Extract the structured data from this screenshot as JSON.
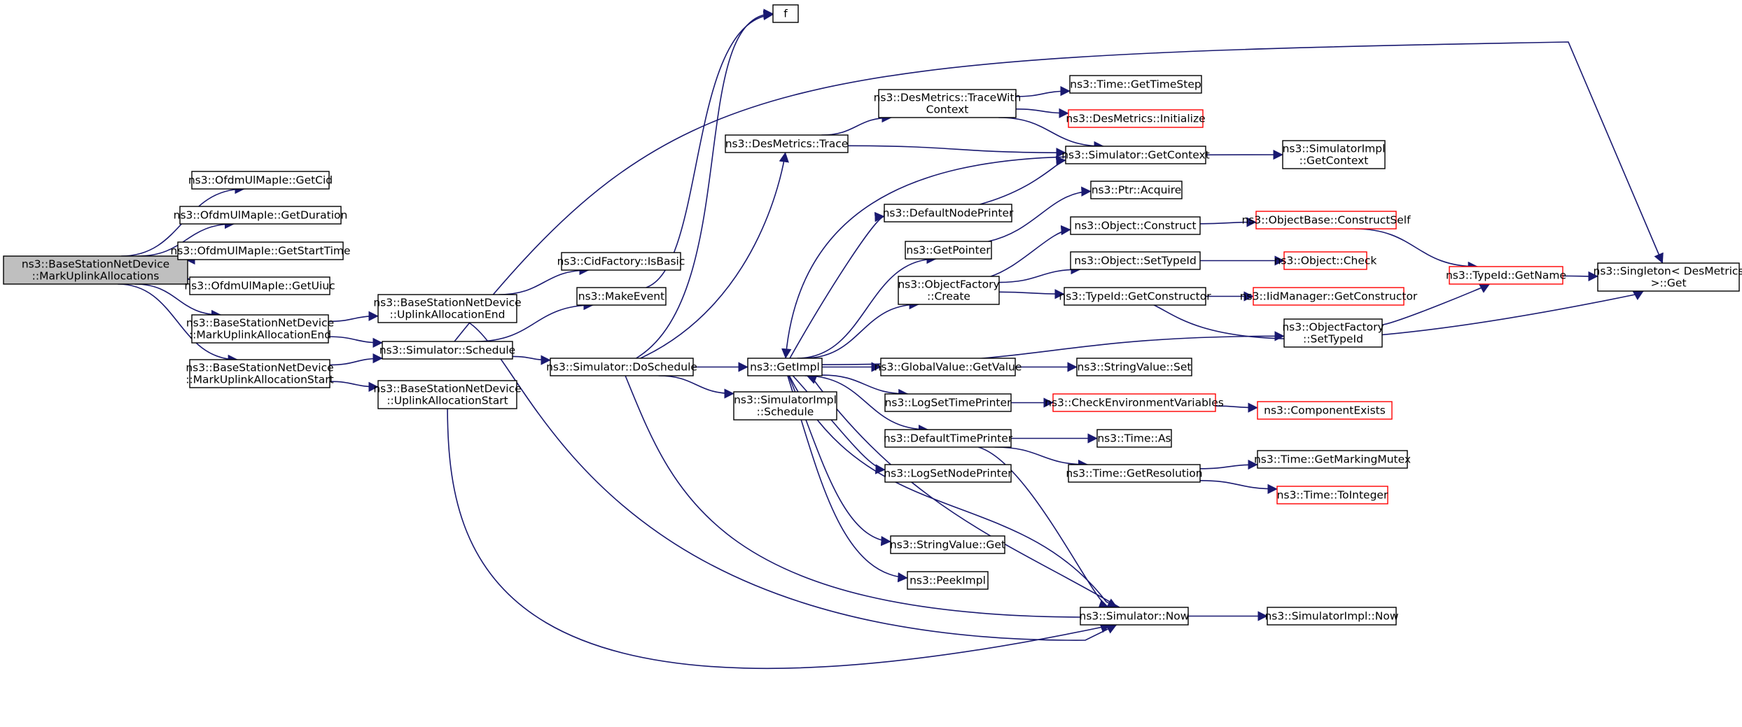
{
  "graph": {
    "nodes": [
      {
        "id": "mua",
        "lines": [
          "ns3::BaseStationNetDevice",
          "::MarkUplinkAllocations"
        ],
        "root": true
      },
      {
        "id": "cid",
        "lines": [
          "ns3::OfdmUlMapIe::GetCid"
        ]
      },
      {
        "id": "dur",
        "lines": [
          "ns3::OfdmUlMapIe::GetDuration"
        ]
      },
      {
        "id": "stt",
        "lines": [
          "ns3::OfdmUlMapIe::GetStartTime"
        ]
      },
      {
        "id": "uiuc",
        "lines": [
          "ns3::OfdmUlMapIe::GetUiuc"
        ]
      },
      {
        "id": "mend",
        "lines": [
          "ns3::BaseStationNetDevice",
          "::MarkUplinkAllocationEnd"
        ]
      },
      {
        "id": "mstart",
        "lines": [
          "ns3::BaseStationNetDevice",
          "::MarkUplinkAllocationStart"
        ]
      },
      {
        "id": "uend",
        "lines": [
          "ns3::BaseStationNetDevice",
          "::UplinkAllocationEnd"
        ]
      },
      {
        "id": "ustart",
        "lines": [
          "ns3::BaseStationNetDevice",
          "::UplinkAllocationStart"
        ]
      },
      {
        "id": "sched",
        "lines": [
          "ns3::Simulator::Schedule"
        ]
      },
      {
        "id": "isbasic",
        "lines": [
          "ns3::CidFactory::IsBasic"
        ]
      },
      {
        "id": "mkevent",
        "lines": [
          "ns3::MakeEvent"
        ]
      },
      {
        "id": "f",
        "lines": [
          "f"
        ]
      },
      {
        "id": "dosched",
        "lines": [
          "ns3::Simulator::DoSchedule"
        ]
      },
      {
        "id": "trace",
        "lines": [
          "ns3::DesMetrics::Trace"
        ]
      },
      {
        "id": "traceW",
        "lines": [
          "ns3::DesMetrics::TraceWith",
          "Context"
        ]
      },
      {
        "id": "simimplSched",
        "lines": [
          "ns3::SimulatorImpl",
          "::Schedule"
        ]
      },
      {
        "id": "getimpl",
        "lines": [
          "ns3::GetImpl"
        ]
      },
      {
        "id": "timestep",
        "lines": [
          "ns3::Time::GetTimeStep"
        ]
      },
      {
        "id": "desinit",
        "lines": [
          "ns3::DesMetrics::Initialize"
        ],
        "red": true
      },
      {
        "id": "getctx",
        "lines": [
          "ns3::Simulator::GetContext"
        ]
      },
      {
        "id": "simimplCtx",
        "lines": [
          "ns3::SimulatorImpl",
          "::GetContext"
        ]
      },
      {
        "id": "defNodePrinter",
        "lines": [
          "ns3::DefaultNodePrinter"
        ]
      },
      {
        "id": "ptrAcquire",
        "lines": [
          "ns3::Ptr::Acquire"
        ]
      },
      {
        "id": "getpointer",
        "lines": [
          "ns3::GetPointer"
        ]
      },
      {
        "id": "objconstruct",
        "lines": [
          "ns3::Object::Construct"
        ]
      },
      {
        "id": "constructSelf",
        "lines": [
          "ns3::ObjectBase::ConstructSelf"
        ],
        "red": true
      },
      {
        "id": "objfactCreate",
        "lines": [
          "ns3::ObjectFactory",
          "::Create"
        ]
      },
      {
        "id": "setTypeId",
        "lines": [
          "ns3::Object::SetTypeId"
        ]
      },
      {
        "id": "objcheck",
        "lines": [
          "ns3::Object::Check"
        ],
        "red": true
      },
      {
        "id": "typeidGetName",
        "lines": [
          "ns3::TypeId::GetName"
        ],
        "red": true
      },
      {
        "id": "singleton",
        "lines": [
          "ns3::Singleton< DesMetrics",
          " >::Get"
        ]
      },
      {
        "id": "getConstructor",
        "lines": [
          "ns3::TypeId::GetConstructor"
        ]
      },
      {
        "id": "iidGetConstructor",
        "lines": [
          "ns3::IidManager::GetConstructor"
        ],
        "red": true
      },
      {
        "id": "objfactSetTypeId",
        "lines": [
          "ns3::ObjectFactory",
          "::SetTypeId"
        ]
      },
      {
        "id": "gvGetValue",
        "lines": [
          "ns3::GlobalValue::GetValue"
        ]
      },
      {
        "id": "svSet",
        "lines": [
          "ns3::StringValue::Set"
        ]
      },
      {
        "id": "logSetTime",
        "lines": [
          "ns3::LogSetTimePrinter"
        ]
      },
      {
        "id": "checkEnv",
        "lines": [
          "ns3::CheckEnvironmentVariables"
        ],
        "red": true
      },
      {
        "id": "compExists",
        "lines": [
          "ns3::ComponentExists"
        ],
        "red": true
      },
      {
        "id": "defTimePrinter",
        "lines": [
          "ns3::DefaultTimePrinter"
        ]
      },
      {
        "id": "timeAs",
        "lines": [
          "ns3::Time::As"
        ]
      },
      {
        "id": "getMarkingMutex",
        "lines": [
          "ns3::Time::GetMarkingMutex"
        ]
      },
      {
        "id": "logSetNode",
        "lines": [
          "ns3::LogSetNodePrinter"
        ]
      },
      {
        "id": "getResolution",
        "lines": [
          "ns3::Time::GetResolution"
        ]
      },
      {
        "id": "toInteger",
        "lines": [
          "ns3::Time::ToInteger"
        ],
        "red": true
      },
      {
        "id": "svGet",
        "lines": [
          "ns3::StringValue::Get"
        ]
      },
      {
        "id": "peekImpl",
        "lines": [
          "ns3::PeekImpl"
        ]
      },
      {
        "id": "simNow",
        "lines": [
          "ns3::Simulator::Now"
        ]
      },
      {
        "id": "simimplNow",
        "lines": [
          "ns3::SimulatorImpl::Now"
        ]
      }
    ],
    "edges": [
      [
        "mua",
        "cid"
      ],
      [
        "mua",
        "dur"
      ],
      [
        "mua",
        "stt"
      ],
      [
        "mua",
        "uiuc"
      ],
      [
        "mua",
        "mend"
      ],
      [
        "mua",
        "mstart"
      ],
      [
        "mend",
        "uend"
      ],
      [
        "mend",
        "sched"
      ],
      [
        "mstart",
        "sched"
      ],
      [
        "mstart",
        "ustart"
      ],
      [
        "uend",
        "isbasic"
      ],
      [
        "uend",
        "simNow"
      ],
      [
        "ustart",
        "simNow"
      ],
      [
        "sched",
        "mkevent"
      ],
      [
        "sched",
        "dosched"
      ],
      [
        "sched",
        "singleton"
      ],
      [
        "mkevent",
        "f"
      ],
      [
        "dosched",
        "f"
      ],
      [
        "dosched",
        "trace"
      ],
      [
        "dosched",
        "getimpl"
      ],
      [
        "dosched",
        "simimplSched"
      ],
      [
        "dosched",
        "simNow"
      ],
      [
        "trace",
        "traceW"
      ],
      [
        "trace",
        "getctx"
      ],
      [
        "traceW",
        "timestep"
      ],
      [
        "traceW",
        "desinit"
      ],
      [
        "traceW",
        "getctx"
      ],
      [
        "getctx",
        "simimplCtx"
      ],
      [
        "getctx",
        "getimpl"
      ],
      [
        "getimpl",
        "defNodePrinter"
      ],
      [
        "getimpl",
        "getpointer"
      ],
      [
        "getimpl",
        "objfactCreate"
      ],
      [
        "getimpl",
        "objfactSetTypeId"
      ],
      [
        "getimpl",
        "gvGetValue"
      ],
      [
        "getimpl",
        "logSetTime"
      ],
      [
        "getimpl",
        "defTimePrinter"
      ],
      [
        "getimpl",
        "logSetNode"
      ],
      [
        "getimpl",
        "svGet"
      ],
      [
        "getimpl",
        "peekImpl"
      ],
      [
        "getimpl",
        "simNow"
      ],
      [
        "defNodePrinter",
        "getctx"
      ],
      [
        "getpointer",
        "ptrAcquire"
      ],
      [
        "objfactCreate",
        "objconstruct"
      ],
      [
        "objfactCreate",
        "setTypeId"
      ],
      [
        "objfactCreate",
        "getConstructor"
      ],
      [
        "objconstruct",
        "constructSelf"
      ],
      [
        "constructSelf",
        "typeidGetName"
      ],
      [
        "setTypeId",
        "objcheck"
      ],
      [
        "typeidGetName",
        "singleton"
      ],
      [
        "getConstructor",
        "iidGetConstructor"
      ],
      [
        "getConstructor",
        "singleton"
      ],
      [
        "objfactSetTypeId",
        "typeidGetName"
      ],
      [
        "gvGetValue",
        "svSet"
      ],
      [
        "logSetTime",
        "checkEnv"
      ],
      [
        "checkEnv",
        "compExists"
      ],
      [
        "defTimePrinter",
        "timeAs"
      ],
      [
        "defTimePrinter",
        "getResolution"
      ],
      [
        "defTimePrinter",
        "simNow"
      ],
      [
        "getResolution",
        "getMarkingMutex"
      ],
      [
        "getResolution",
        "toInteger"
      ],
      [
        "simNow",
        "simimplNow"
      ],
      [
        "simNow",
        "getimpl"
      ]
    ]
  }
}
